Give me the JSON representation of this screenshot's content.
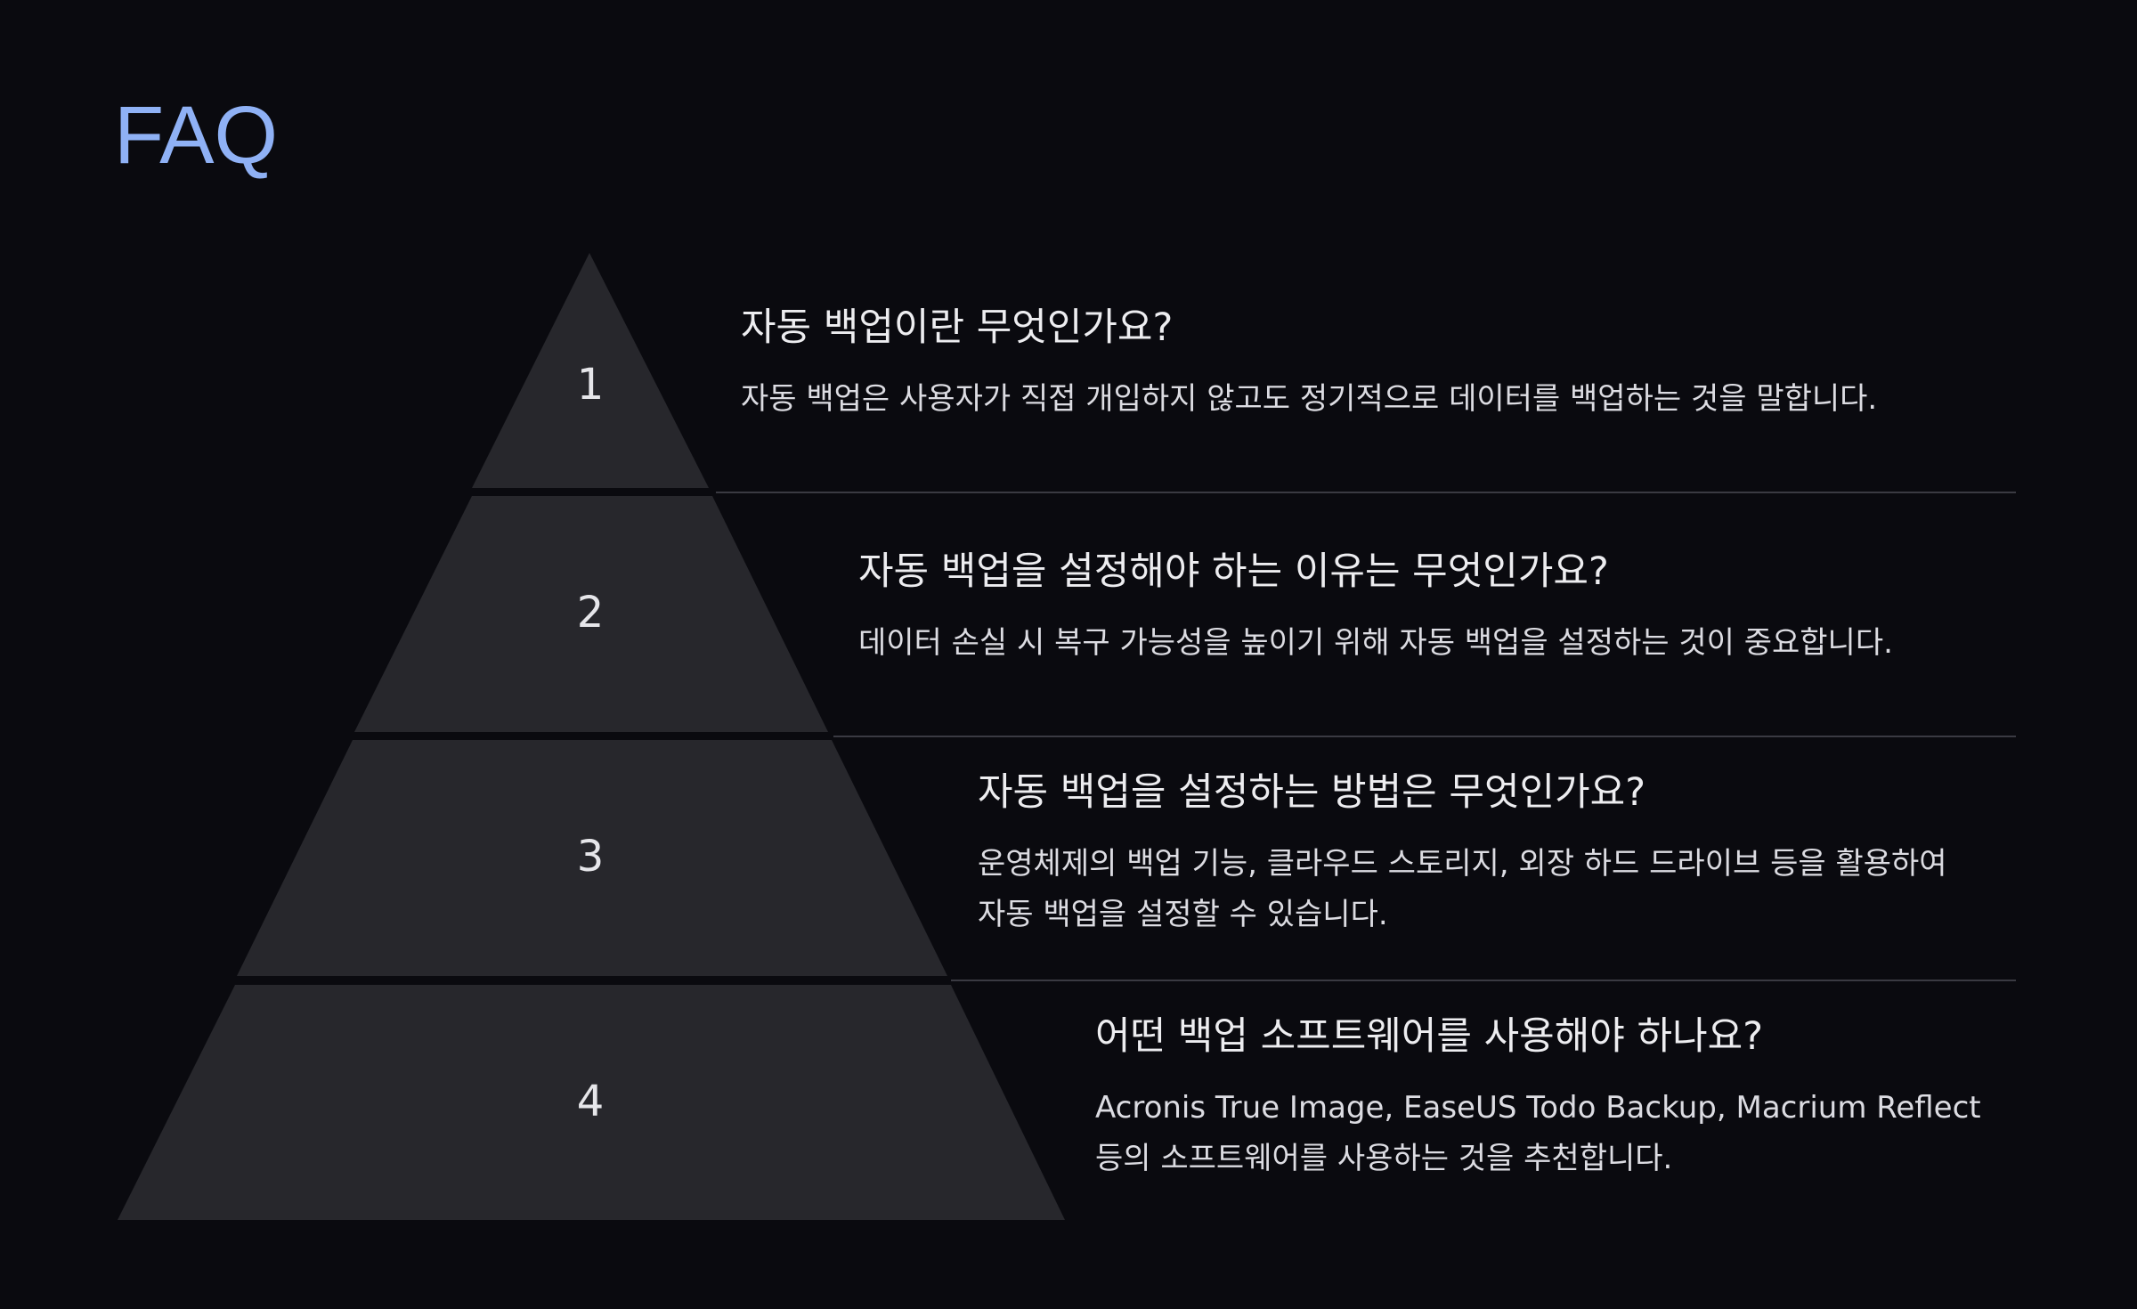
{
  "title": "FAQ",
  "colors": {
    "background": "#0a0a0f",
    "title_accent": "#8fb1f5",
    "tier_fill": "#27272c",
    "divider": "#3a3a42",
    "text": "#e6e6ea"
  },
  "faq": [
    {
      "number": "1",
      "question": "자동 백업이란 무엇인가요?",
      "answer_lines": [
        "자동 백업은 사용자가 직접 개입하지 않고도 정기적으로 데이터를 백업하는 것을 말합니다."
      ]
    },
    {
      "number": "2",
      "question": "자동 백업을 설정해야 하는 이유는 무엇인가요?",
      "answer_lines": [
        "데이터 손실 시 복구 가능성을 높이기 위해 자동 백업을 설정하는 것이 중요합니다."
      ]
    },
    {
      "number": "3",
      "question": "자동 백업을 설정하는 방법은 무엇인가요?",
      "answer_lines": [
        "운영체제의 백업 기능, 클라우드 스토리지, 외장 하드 드라이브 등을 활용하여",
        "자동 백업을 설정할 수 있습니다."
      ]
    },
    {
      "number": "4",
      "question": "어떤 백업 소프트웨어를 사용해야 하나요?",
      "answer_lines": [
        "Acronis True Image, EaseUS Todo Backup, Macrium Reflect",
        "등의 소프트웨어를 사용하는 것을 추천합니다."
      ]
    }
  ]
}
